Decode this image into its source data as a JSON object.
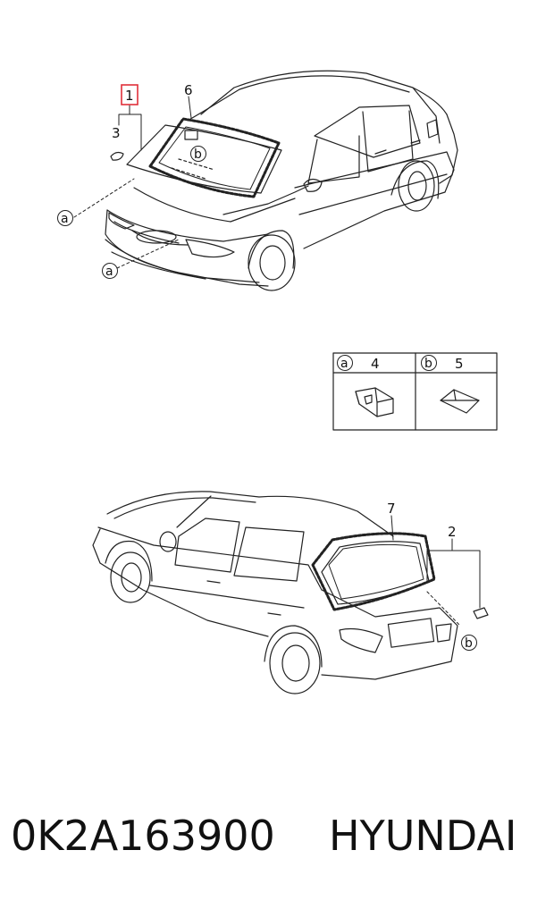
{
  "diagram": {
    "callouts": {
      "c1": "1",
      "c2": "2",
      "c3": "3",
      "c6": "6",
      "c7": "7"
    },
    "refs": {
      "a_front_left": "a",
      "a_front_bottom": "a",
      "b_windshield": "b",
      "b_rear": "b"
    },
    "legend": {
      "a_ref": "a",
      "a_part": "4",
      "b_ref": "b",
      "b_part": "5"
    },
    "highlight_color": "#e0303a"
  },
  "footer": {
    "part_number": "0K2A163900",
    "brand": "HYUNDAI"
  }
}
